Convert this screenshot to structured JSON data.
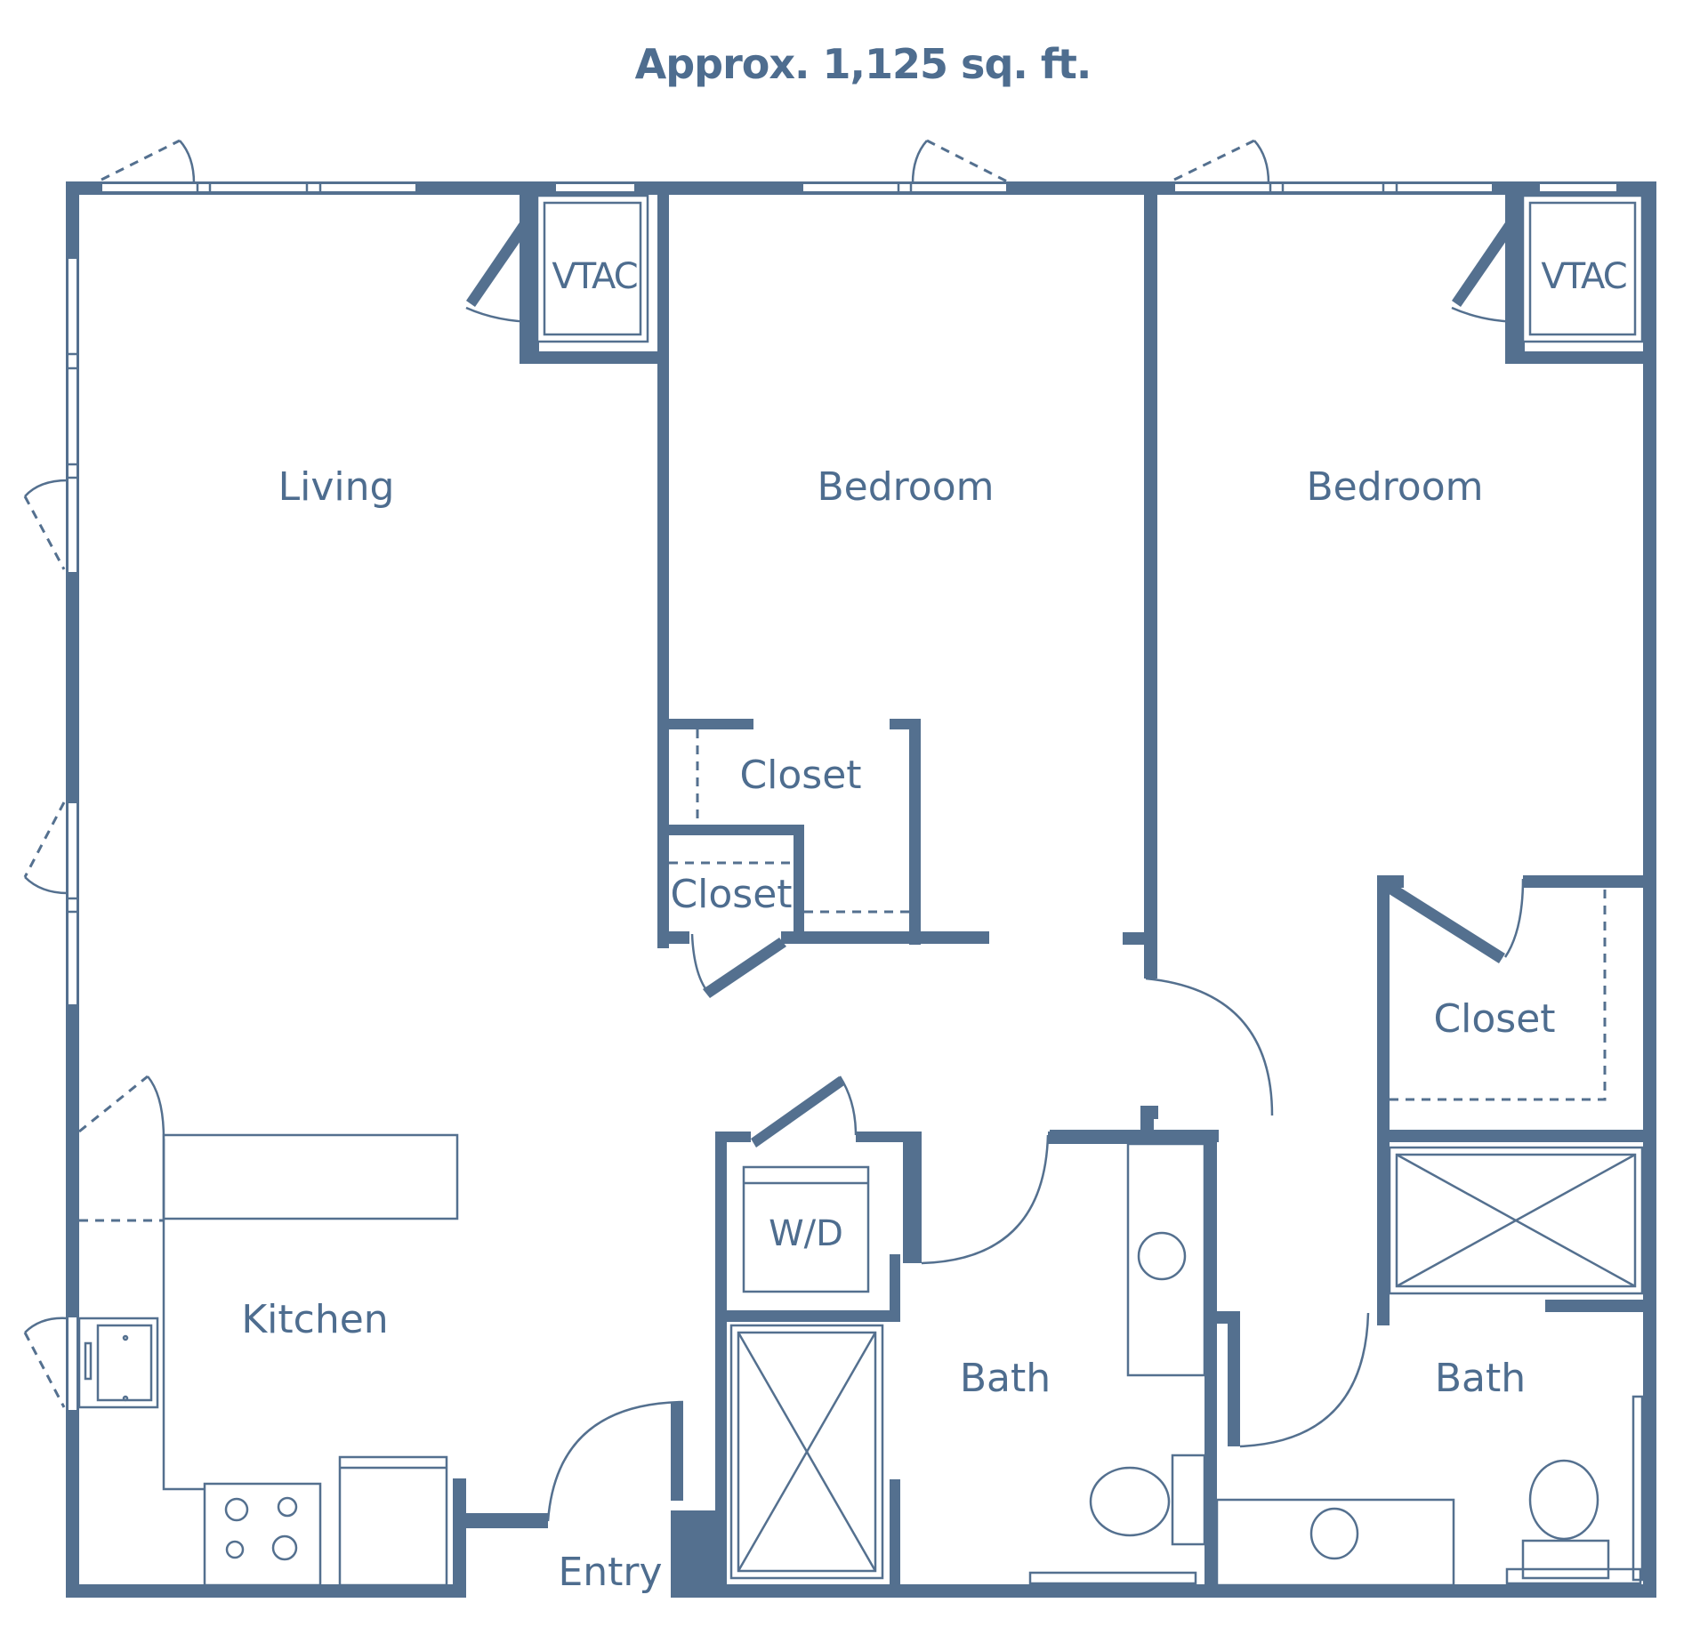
{
  "title": "Approx. 1,125  sq. ft.",
  "rooms": {
    "living": "Living",
    "bedroom_1": "Bedroom",
    "bedroom_2": "Bedroom",
    "kitchen": "Kitchen",
    "closet_1": "Closet",
    "closet_2": "Closet",
    "closet_3": "Closet",
    "bath_1": "Bath",
    "bath_2": "Bath",
    "entry": "Entry"
  },
  "fixtures": {
    "vtac_1": "VTAC",
    "vtac_2": "VTAC",
    "washer_dryer": "W/D"
  },
  "colors": {
    "wall": "#54708f",
    "text": "#4e6d8f",
    "background": "#ffffff"
  }
}
